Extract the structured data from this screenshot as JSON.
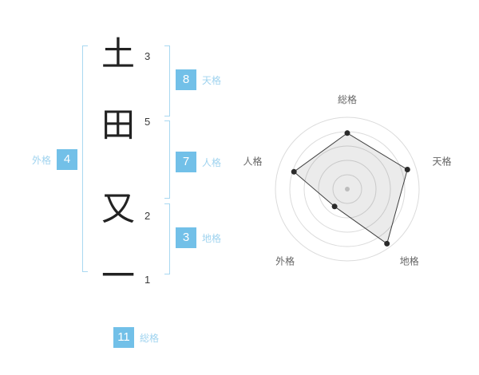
{
  "name": {
    "characters": [
      {
        "glyph": "土",
        "strokes": "3"
      },
      {
        "glyph": "田",
        "strokes": "5"
      },
      {
        "glyph": "又",
        "strokes": "2"
      },
      {
        "glyph": "一",
        "strokes": "1"
      }
    ]
  },
  "fortune": {
    "tenkaku": {
      "value": "8",
      "label": "天格"
    },
    "jinkaku": {
      "value": "7",
      "label": "人格"
    },
    "chikaku": {
      "value": "3",
      "label": "地格"
    },
    "gaikaku": {
      "value": "4",
      "label": "外格"
    },
    "soukaku": {
      "value": "11",
      "label": "総格"
    }
  },
  "colors": {
    "badge_blue": "#72c0e8",
    "label_blue": "#9fd3ef",
    "bracket_blue": "#a9d8f1",
    "ring_gray": "#dbdbdb",
    "polygon_line": "#3f3f3f",
    "axis_label_gray": "#666666"
  },
  "chart_data": {
    "type": "radar",
    "title": "",
    "categories": [
      "総格",
      "天格",
      "地格",
      "外格",
      "人格"
    ],
    "values": [
      3.9,
      4.4,
      4.7,
      1.5,
      3.9
    ],
    "max": 5,
    "rings": 5,
    "start_angle_deg": -90,
    "direction": "clockwise",
    "grid": "concentric-circles",
    "legend": "none",
    "fill": "light-gray"
  }
}
